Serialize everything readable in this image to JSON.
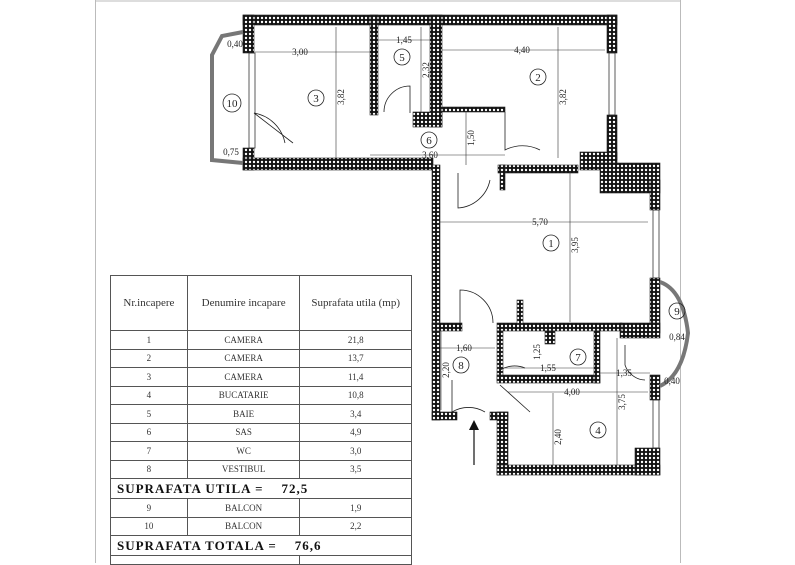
{
  "plan": {
    "rooms": [
      "1",
      "2",
      "3",
      "4",
      "5",
      "6",
      "7",
      "8",
      "9",
      "10"
    ],
    "dimensions": {
      "d_040_top": "0,40",
      "d_300": "3,00",
      "d_382a": "3,82",
      "d_145": "1,45",
      "d_232": "2,32",
      "d_440": "4,40",
      "d_382b": "3,82",
      "d_150": "1,50",
      "d_360": "3,60",
      "d_075": "0,75",
      "d_570": "5,70",
      "d_395": "3,95",
      "d_160": "1,60",
      "d_220": "2,20",
      "d_125": "1,25",
      "d_155": "1,55",
      "d_135": "1,35",
      "d_400": "4,00",
      "d_375": "3,75",
      "d_240": "2,40",
      "d_084": "0,84",
      "d_040_bot": "0,40"
    },
    "entrance_icon": "arrow-up-icon"
  },
  "table": {
    "headers": [
      "Nr.incapere",
      "Denumire incapare",
      "Suprafata utila (mp)"
    ],
    "rows": [
      {
        "nr": "1",
        "name": "CAMERA",
        "area": "21,8"
      },
      {
        "nr": "2",
        "name": "CAMERA",
        "area": "13,7"
      },
      {
        "nr": "3",
        "name": "CAMERA",
        "area": "11,4"
      },
      {
        "nr": "4",
        "name": "BUCATARIE",
        "area": "10,8"
      },
      {
        "nr": "5",
        "name": "BAIE",
        "area": "3,4"
      },
      {
        "nr": "6",
        "name": "SAS",
        "area": "4,9"
      },
      {
        "nr": "7",
        "name": "WC",
        "area": "3,0"
      },
      {
        "nr": "8",
        "name": "VESTIBUL",
        "area": "3,5"
      }
    ],
    "utila_label": "SUPRAFATA UTILA =",
    "utila_value": "72,5",
    "balcony_rows": [
      {
        "nr": "9",
        "name": "BALCON",
        "area": "1,9"
      },
      {
        "nr": "10",
        "name": "BALCON",
        "area": "2,2"
      }
    ],
    "totala_label": "SUPRAFATA TOTALA =",
    "totala_value": "76,6"
  }
}
